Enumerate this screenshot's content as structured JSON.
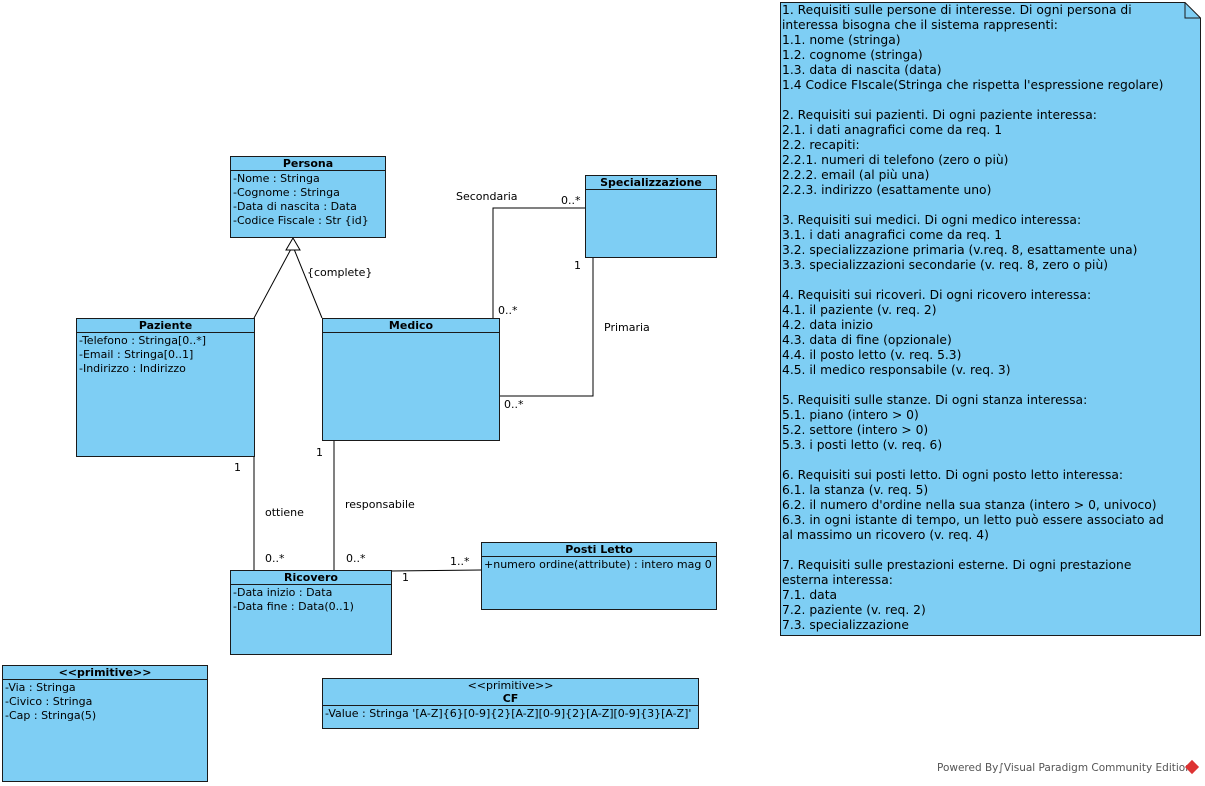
{
  "classes": {
    "persona": {
      "name": "Persona",
      "attrs": [
        "-Nome : Stringa",
        "-Cognome : Stringa",
        "-Data di nascita : Data",
        "-Codice Fiscale : Str  {id}"
      ]
    },
    "specializzazione": {
      "name": "Specializzazione",
      "attrs": []
    },
    "paziente": {
      "name": "Paziente",
      "attrs": [
        "-Telefono : Stringa[0..*]",
        "-Email : Stringa[0..1]",
        "-Indirizzo : Indirizzo"
      ]
    },
    "medico": {
      "name": "Medico",
      "attrs": []
    },
    "posti_letto": {
      "name": "Posti Letto",
      "attrs": [
        "+numero ordine(attribute) : intero mag 0"
      ]
    },
    "ricovero": {
      "name": "Ricovero",
      "attrs": [
        "-Data inizio : Data",
        "-Data fine : Data(0..1)"
      ]
    },
    "indirizzo_primitive": {
      "name": "<<primitive>>",
      "attrs": [
        "-Via : Stringa",
        "-Civico : Stringa",
        "-Cap : Stringa(5)"
      ]
    },
    "cf": {
      "stereotype": "<<primitive>>",
      "name": "CF",
      "attrs": [
        "-Value : Stringa '[A-Z]{6}[0-9]{2}[A-Z][0-9]{2}[A-Z][0-9]{3}[A-Z]'"
      ]
    }
  },
  "labels": {
    "complete": "{complete}",
    "secondaria": "Secondaria",
    "sec_mult_spec": "0..*",
    "sec_mult_med": "0..*",
    "primaria": "Primaria",
    "prim_mult_spec": "1",
    "prim_mult_med": "0..*",
    "ottiene": "ottiene",
    "ott_mult_paz": "1",
    "ott_mult_ric": "0..*",
    "responsabile": "responsabile",
    "resp_mult_med": "1",
    "resp_mult_ric": "0..*",
    "pl_mult_ric": "1",
    "pl_mult_pl": "1..*"
  },
  "note_lines": [
    "1. Requisiti sulle persone di interesse. Di ogni persona di",
    "interessa bisogna che il sistema rappresenti:",
    "1.1. nome (stringa)",
    "1.2. cognome (stringa)",
    "1.3. data di nascita (data)",
    "1.4 Codice FIscale(Stringa che rispetta l'espressione regolare)",
    "",
    "2. Requisiti sui pazienti. Di ogni paziente interessa:",
    "2.1. i dati anagrafici come da req. 1",
    "2.2. recapiti:",
    "2.2.1. numeri di telefono (zero o più)",
    "2.2.2. email (al più una)",
    "2.2.3. indirizzo (esattamente uno)",
    "",
    "3. Requisiti sui medici. Di ogni medico interessa:",
    "3.1. i dati anagrafici come da req. 1",
    "3.2. specializzazione primaria (v.req. 8, esattamente una)",
    "3.3. specializzazioni secondarie (v. req. 8, zero o più)",
    "",
    "4. Requisiti sui ricoveri. Di ogni ricovero interessa:",
    "4.1. il paziente (v. req. 2)",
    "4.2. data inizio",
    "4.3. data di fine (opzionale)",
    "4.4. il posto letto (v. req. 5.3)",
    "4.5. il medico responsabile (v. req. 3)",
    "",
    "5. Requisiti sulle stanze. Di ogni stanza interessa:",
    "5.1. piano (intero > 0)",
    "5.2. settore (intero > 0)",
    "5.3. i posti letto (v. req. 6)",
    "",
    "6. Requisiti sui posti letto. Di ogni posto letto interessa:",
    "6.1. la stanza (v. req. 5)",
    "6.2. il numero d'ordine nella sua stanza (intero > 0, univoco)",
    "6.3. in ogni istante di tempo, un letto può essere associato ad",
    "al massimo un ricovero (v. req. 4)",
    "",
    "7. Requisiti sulle prestazioni esterne. Di ogni prestazione",
    "esterna interessa:",
    "7.1. data",
    "7.2. paziente (v. req. 2)",
    "7.3. specializzazione"
  ],
  "footer": "Powered By∫Visual Paradigm Community Edition",
  "colors": {
    "class_fill": "#7ecef4",
    "border": "#1a1a1a"
  }
}
